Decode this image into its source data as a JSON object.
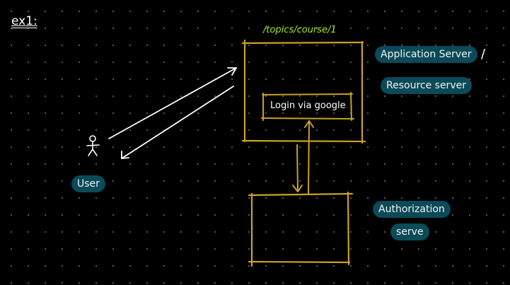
{
  "note": "ex1:",
  "route": "/topics/course/1",
  "labels": {
    "app_server": "Application Server",
    "slash": "/",
    "resource_server": "Resource server",
    "login_button": "Login via google",
    "user": "User",
    "auth_line1": "Authorization",
    "auth_line2": "serve"
  },
  "icons": {
    "user": "stick-figure-icon"
  },
  "colors": {
    "background": "#000000",
    "grid_dots": "#6a6a6a",
    "box_stroke": "#c9a227",
    "route_text": "#a8e61d",
    "pill_fill": "#0b4a58",
    "arrow_stroke": "#ffffff"
  }
}
